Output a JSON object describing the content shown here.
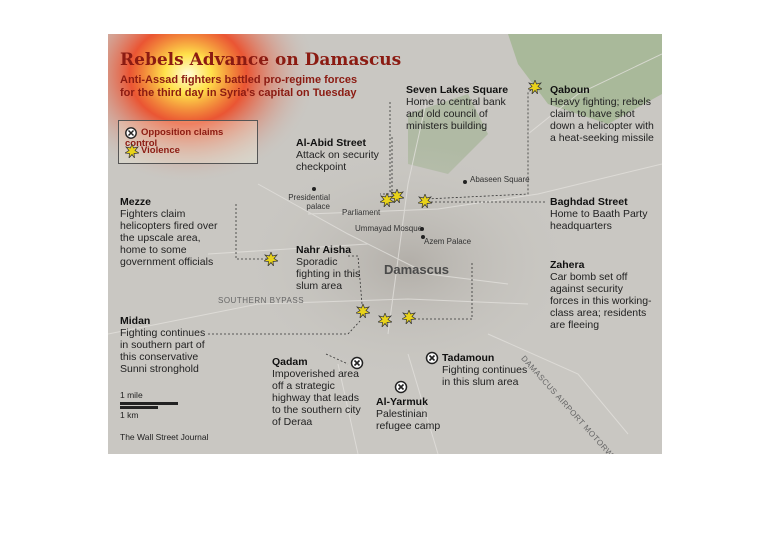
{
  "title": "Rebels Advance on Damascus",
  "subtitle": "Anti-Assad fighters battled pro-regime forces for the third day in Syria's capital on Tuesday",
  "legend": {
    "opposition": "Opposition claims control",
    "violence": "Violence"
  },
  "city": "Damascus",
  "places": {
    "presidential_palace": "Presidential palace",
    "parliament": "Parliament",
    "abaseen": "Abaseen Square",
    "ummayad": "Ummayad Mosque",
    "azem": "Azem Palace"
  },
  "roads": {
    "bypass": "SOUTHERN BYPASS",
    "airport": "DAMASCUS AIRPORT MOTORWAY"
  },
  "annotations": {
    "seven_lakes": {
      "name": "Seven Lakes Square",
      "text": "Home to central bank and old council of ministers building"
    },
    "qaboun": {
      "name": "Qaboun",
      "text": "Heavy fighting; rebels claim to have shot down a helicopter with a heat-seeking missile"
    },
    "al_abid": {
      "name": "Al-Abid Street",
      "text": "Attack on security checkpoint"
    },
    "mezze": {
      "name": "Mezze",
      "text": "Fighters claim helicopters fired over the upscale area, home to some government officials"
    },
    "baghdad": {
      "name": "Baghdad Street",
      "text": "Home to Baath Party headquarters"
    },
    "nahr_aisha": {
      "name": "Nahr Aisha",
      "text": "Sporadic fighting in this slum area"
    },
    "zahera": {
      "name": "Zahera",
      "text": "Car bomb set off against security forces in this working-class area; residents are fleeing"
    },
    "midan": {
      "name": "Midan",
      "text": "Fighting continues in southern part of this conservative Sunni stronghold"
    },
    "qadam": {
      "name": "Qadam",
      "text": "Impoverished area off a strategic highway that leads to the southern city of Deraa"
    },
    "tadamoun": {
      "name": "Tadamoun",
      "text": "Fighting continues in this slum area"
    },
    "al_yarmuk": {
      "name": "Al-Yarmuk",
      "text": "Palestinian refugee camp"
    }
  },
  "scale": {
    "mile": "1 mile",
    "km": "1 km"
  },
  "credit": "The Wall Street Journal",
  "colors": {
    "title": "#8b1b12",
    "violence": "#e8d21a",
    "opposition": "#ffffff"
  }
}
